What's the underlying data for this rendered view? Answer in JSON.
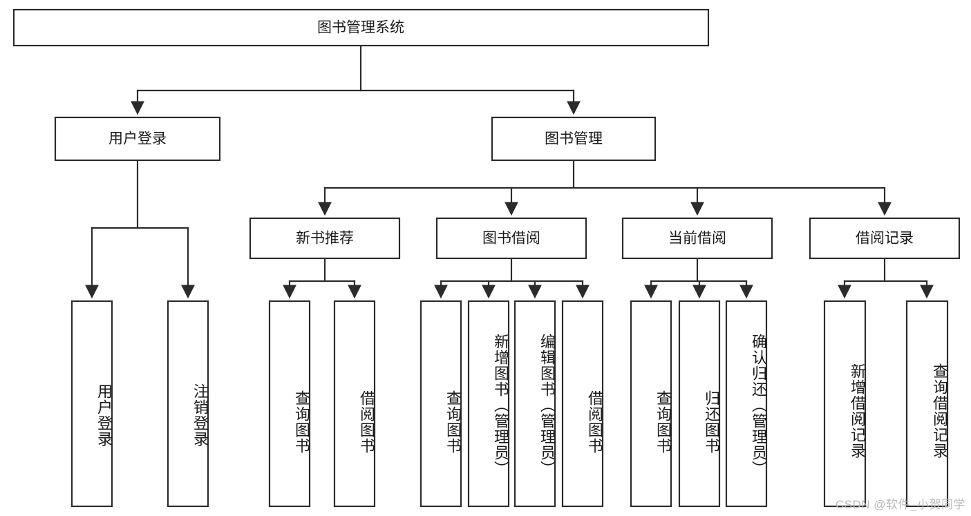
{
  "diagram": {
    "title": "图书管理系统",
    "type": "hierarchy-tree",
    "watermark": "CSDN @软件_小贺同学",
    "colors": {
      "stroke": "#2b2b2b",
      "fill": "#ffffff",
      "text": "#1a1a1a",
      "watermark": "#b9b9b9"
    },
    "levels": {
      "level0": [
        {
          "id": "root",
          "label": "图书管理系统"
        }
      ],
      "level1": [
        {
          "id": "user-login",
          "label": "用户登录"
        },
        {
          "id": "book-manage",
          "label": "图书管理"
        }
      ],
      "level2": [
        {
          "id": "new-book-recommend",
          "label": "新书推荐"
        },
        {
          "id": "book-borrow",
          "label": "图书借阅"
        },
        {
          "id": "current-borrow",
          "label": "当前借阅"
        },
        {
          "id": "borrow-record",
          "label": "借阅记录"
        }
      ],
      "level3": [
        {
          "id": "leaf-user-login",
          "label": "用户登录",
          "parent": "user-login"
        },
        {
          "id": "leaf-logout",
          "label": "注销登录",
          "parent": "user-login"
        },
        {
          "id": "leaf-query-book-1",
          "label": "查询图书",
          "parent": "new-book-recommend"
        },
        {
          "id": "leaf-borrow-book-1",
          "label": "借阅图书",
          "parent": "new-book-recommend"
        },
        {
          "id": "leaf-query-book-2",
          "label": "查询图书",
          "parent": "book-borrow"
        },
        {
          "id": "leaf-add-book",
          "label": "新增图书（管理员）",
          "parent": "book-borrow"
        },
        {
          "id": "leaf-edit-book",
          "label": "编辑图书（管理员）",
          "parent": "book-borrow"
        },
        {
          "id": "leaf-borrow-book-2",
          "label": "借阅图书",
          "parent": "book-borrow"
        },
        {
          "id": "leaf-query-book-3",
          "label": "查询图书",
          "parent": "current-borrow"
        },
        {
          "id": "leaf-return-book",
          "label": "归还图书",
          "parent": "current-borrow"
        },
        {
          "id": "leaf-confirm-return",
          "label": "确认归还（管理员）",
          "parent": "current-borrow"
        },
        {
          "id": "leaf-add-record",
          "label": "新增借阅记录",
          "parent": "borrow-record"
        },
        {
          "id": "leaf-query-record",
          "label": "查询借阅记录",
          "parent": "borrow-record"
        }
      ]
    }
  }
}
